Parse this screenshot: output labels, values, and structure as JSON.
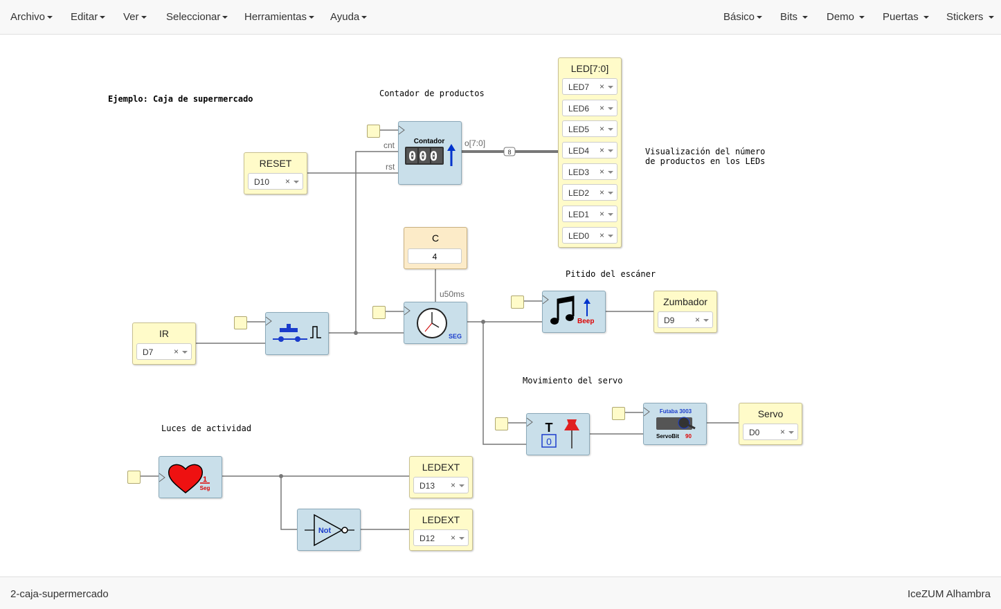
{
  "menu": {
    "left": [
      {
        "label": "Archivo"
      },
      {
        "label": "Editar"
      },
      {
        "label": "Ver"
      },
      {
        "label": "Seleccionar"
      },
      {
        "label": "Herramientas"
      },
      {
        "label": "Ayuda"
      }
    ],
    "right": [
      {
        "label": "Básico"
      },
      {
        "label": "Bits"
      },
      {
        "label": "Demo"
      },
      {
        "label": "Puertas"
      },
      {
        "label": "Stickers"
      }
    ]
  },
  "notes": {
    "title": "Ejemplo: Caja de supermercado",
    "counter": "Contador de productos",
    "leds": "Visualización del número\nde productos en los LEDs",
    "beep": "Pitido del escáner",
    "servo": "Movimiento del servo",
    "activity": "Luces de actividad"
  },
  "reset": {
    "label": "RESET",
    "pin": "D10"
  },
  "ir": {
    "label": "IR",
    "pin": "D7"
  },
  "zumbador": {
    "label": "Zumbador",
    "pin": "D9"
  },
  "servo_out": {
    "label": "Servo",
    "pin": "D0"
  },
  "ledext1": {
    "label": "LEDEXT",
    "pin": "D13"
  },
  "ledext2": {
    "label": "LEDEXT",
    "pin": "D12"
  },
  "led_group": {
    "label": "LED[7:0]",
    "pins": [
      "LED7",
      "LED6",
      "LED5",
      "LED4",
      "LED3",
      "LED2",
      "LED1",
      "LED0"
    ]
  },
  "constant": {
    "label": "C",
    "value": "4"
  },
  "counter_block": {
    "title": "Contador",
    "digits": "000",
    "port_cnt": "cnt",
    "port_rst": "rst",
    "port_out": "o[7:0]",
    "bus_width": "8"
  },
  "timer_block": {
    "port": "u50ms",
    "label": "SEG"
  },
  "beep_block": {
    "label": "Beep"
  },
  "toggle_block": {
    "label": "T",
    "value": "0"
  },
  "servo_block": {
    "title": "Futaba 3003",
    "label": "ServoBit",
    "value": "90"
  },
  "heart_block": {
    "num": "1",
    "unit": "Seg"
  },
  "not_block": {
    "label": "Not"
  },
  "footer": {
    "file": "2-caja-supermercado",
    "board": "IceZUM Alhambra"
  }
}
